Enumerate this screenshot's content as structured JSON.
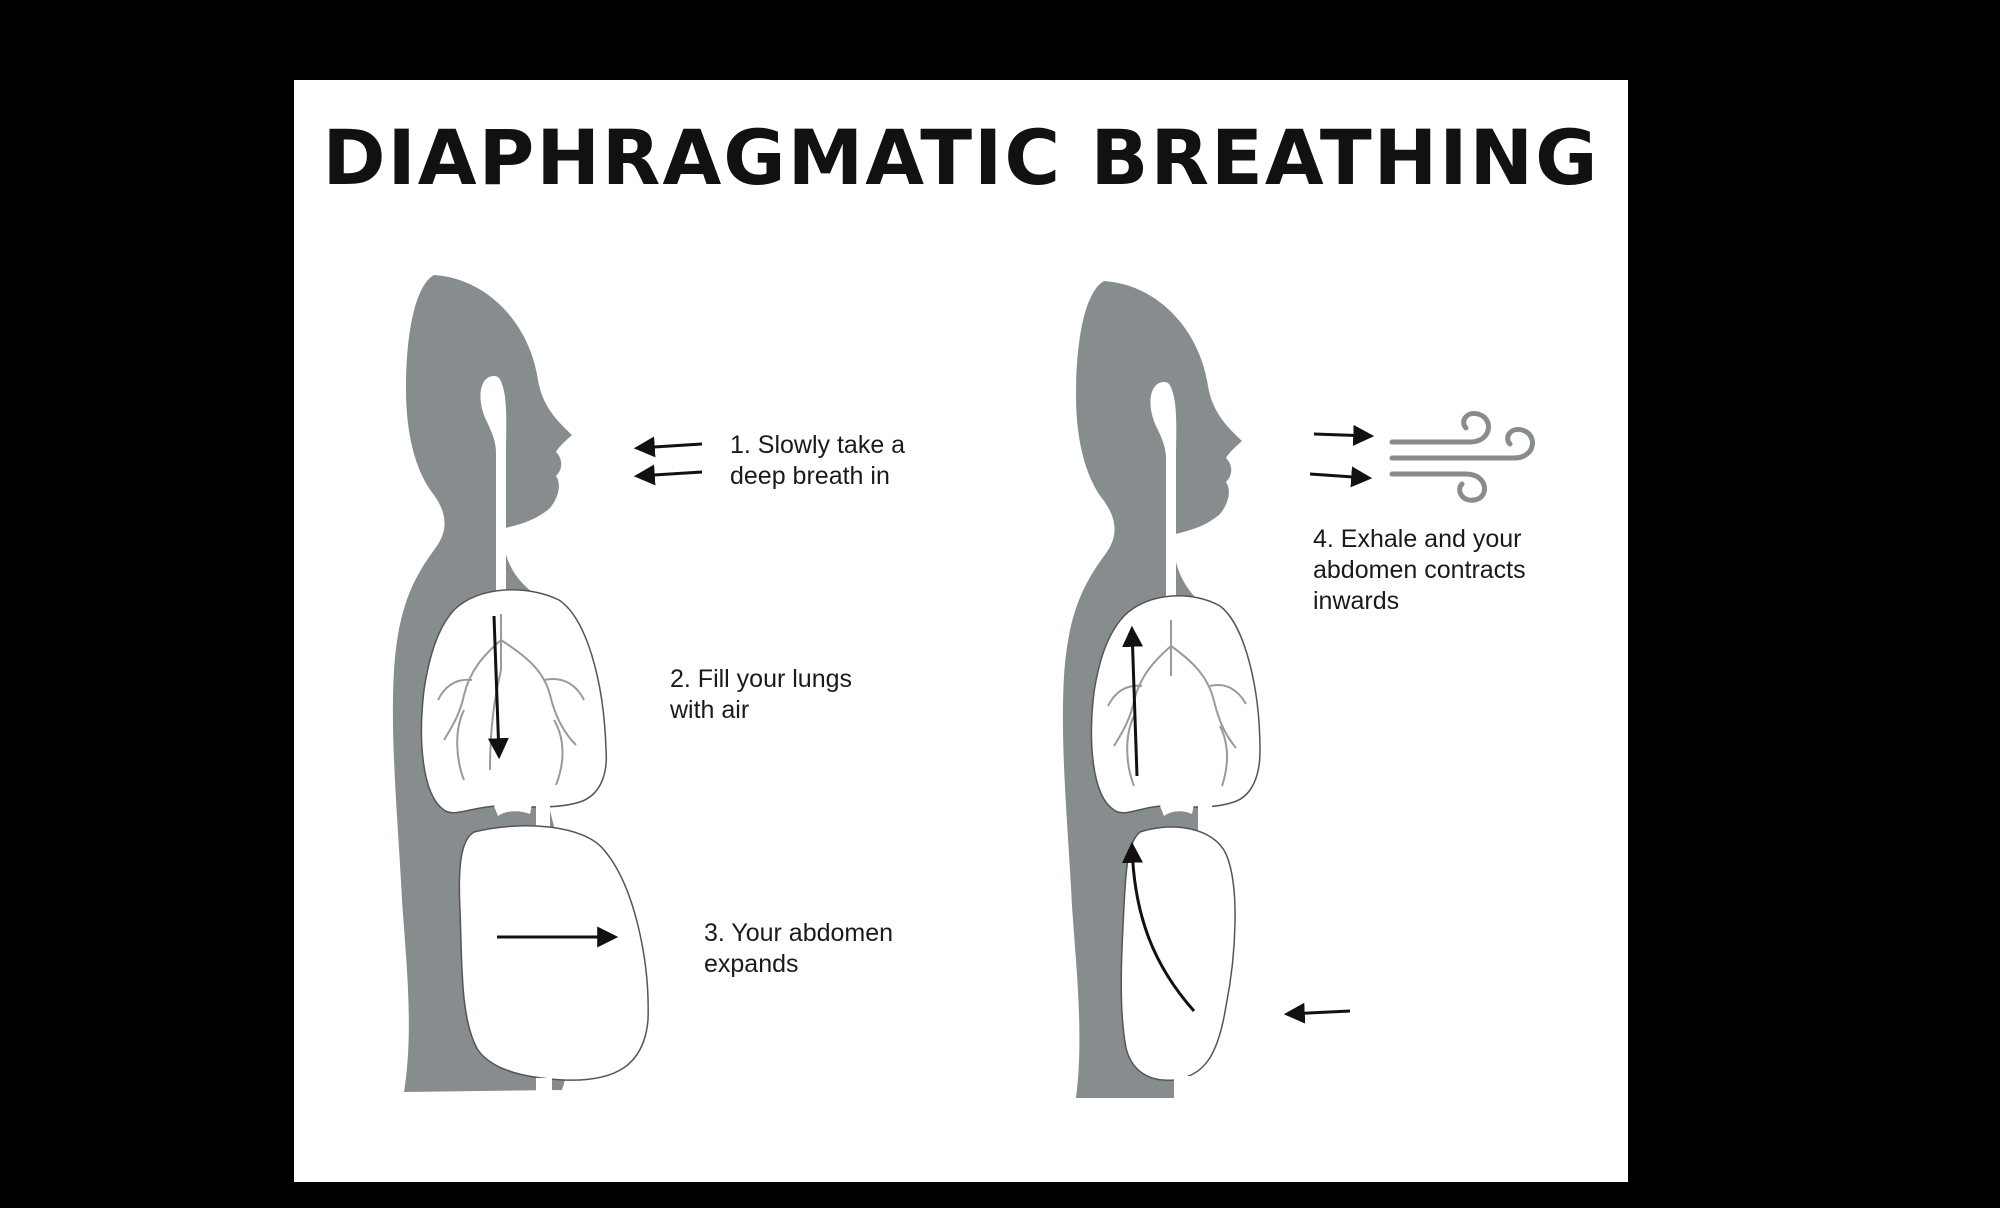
{
  "title": "DIAPHRAGMATIC BREATHING",
  "steps": [
    {
      "lines": [
        "1. Slowly take a",
        "deep breath in"
      ]
    },
    {
      "lines": [
        "2. Fill your lungs",
        "with air"
      ]
    },
    {
      "lines": [
        "3. Your abdomen",
        "expands"
      ]
    },
    {
      "lines": [
        "4. Exhale and your",
        "abdomen contracts",
        "inwards"
      ]
    }
  ],
  "colors": {
    "background": "#000000",
    "panel": "#ffffff",
    "silhouette": "#878c8f",
    "organ_fill": "#ffffff",
    "arrow": "#111111",
    "title": "#111111"
  },
  "icons": {
    "breath_in": "arrow-left-icon",
    "airflow": "arrow-down-icon",
    "expand": "arrow-right-icon",
    "exhale": "arrow-right-icon",
    "wind": "wind-icon",
    "contract": "arrow-left-icon"
  }
}
